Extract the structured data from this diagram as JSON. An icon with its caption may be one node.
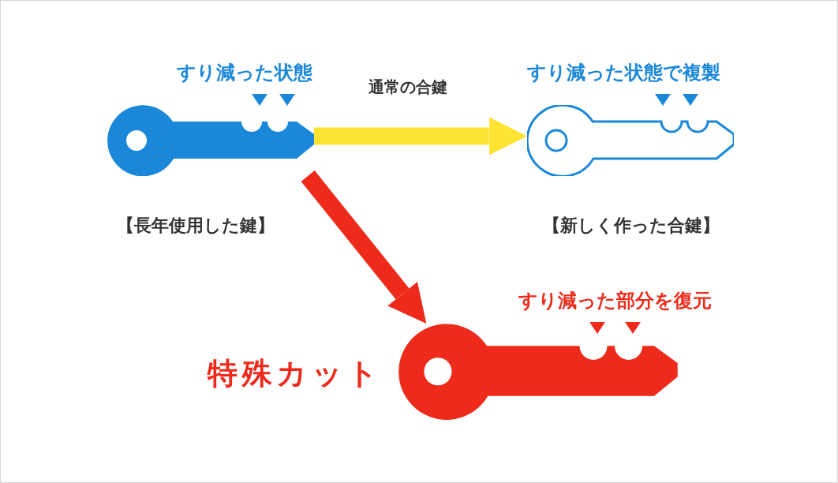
{
  "diagram": {
    "nodes": [
      {
        "text": [],
        "shape": "key",
        "beside": [
          "すり減った状態",
          "【長年使用した鍵】"
        ]
      },
      {
        "text": [],
        "shape": "key",
        "beside": [
          "すり減った状態で複製",
          "【新しく作った合鍵】"
        ]
      },
      {
        "text": [],
        "shape": "key",
        "beside": [
          "すり減った部分を復元",
          "特殊カット"
        ]
      }
    ],
    "edges": [
      {
        "from": 0,
        "to": 1,
        "arrow": "to",
        "label": "通常の合鍵",
        "color": "#ffe433"
      },
      {
        "from": 0,
        "to": 2,
        "arrow": "to",
        "color": "#ee2a1b"
      }
    ]
  }
}
